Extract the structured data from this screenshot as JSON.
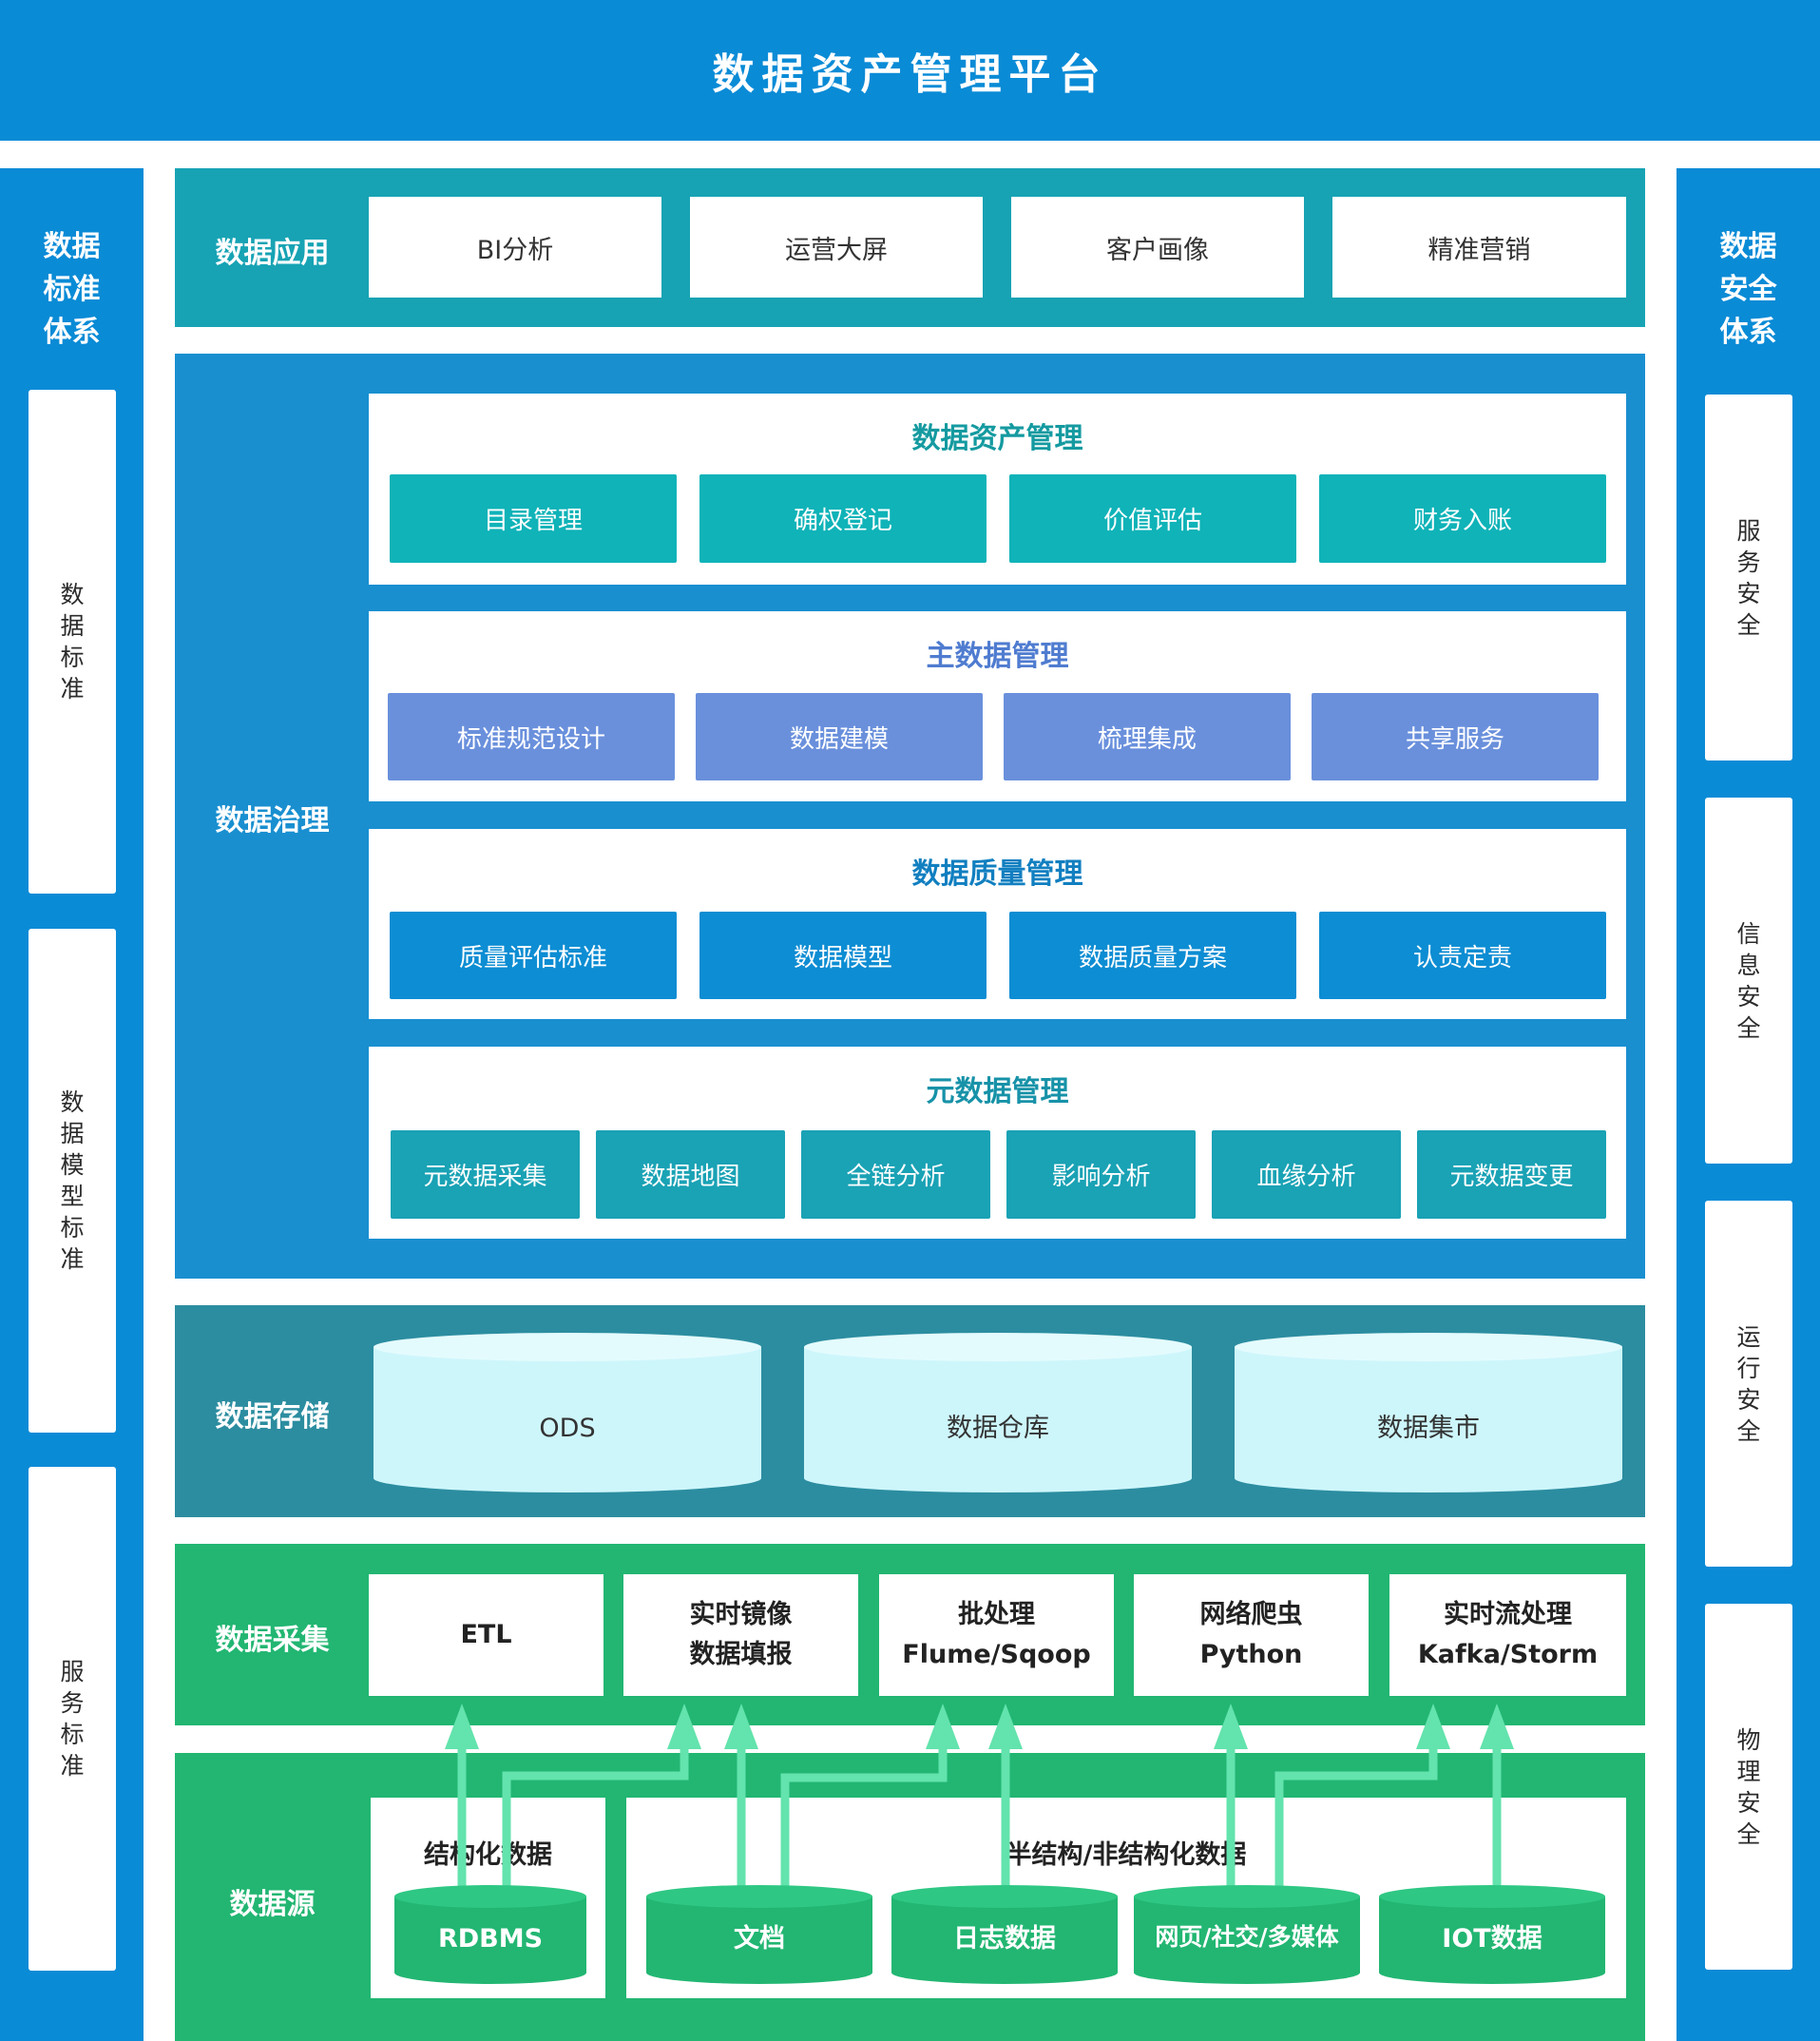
{
  "header": {
    "title": "数据资产管理平台"
  },
  "left_column": {
    "title": "数据标准体系",
    "items": [
      "数据标准",
      "数据模型标准",
      "服务标准"
    ]
  },
  "right_column": {
    "title": "数据安全体系",
    "items": [
      "服务安全",
      "信息安全",
      "运行安全",
      "物理安全"
    ]
  },
  "data_application": {
    "label": "数据应用",
    "items": [
      "BI分析",
      "运营大屏",
      "客户画像",
      "精准营销"
    ]
  },
  "data_governance": {
    "label": "数据治理",
    "asset_mgmt": {
      "title": "数据资产管理",
      "items": [
        "目录管理",
        "确权登记",
        "价值评估",
        "财务入账"
      ]
    },
    "master_data": {
      "title": "主数据管理",
      "items": [
        "标准规范设计",
        "数据建模",
        "梳理集成",
        "共享服务"
      ]
    },
    "quality_mgmt": {
      "title": "数据质量管理",
      "items": [
        "质量评估标准",
        "数据模型",
        "数据质量方案",
        "认责定责"
      ]
    },
    "metadata_mgmt": {
      "title": "元数据管理",
      "items": [
        "元数据采集",
        "数据地图",
        "全链分析",
        "影响分析",
        "血缘分析",
        "元数据变更"
      ]
    }
  },
  "data_storage": {
    "label": "数据存储",
    "items": [
      "ODS",
      "数据仓库",
      "数据集市"
    ]
  },
  "data_collection": {
    "label": "数据采集",
    "items": [
      {
        "line1": "ETL",
        "line2": ""
      },
      {
        "line1": "实时镜像",
        "line2": "数据填报"
      },
      {
        "line1": "批处理",
        "line2": "Flume/Sqoop"
      },
      {
        "line1": "网络爬虫",
        "line2": "Python"
      },
      {
        "line1": "实时流处理",
        "line2": "Kafka/Storm"
      }
    ]
  },
  "data_source": {
    "label": "数据源",
    "structured": {
      "title": "结构化数据",
      "items": [
        "RDBMS"
      ]
    },
    "unstructured": {
      "title": "半结构/非结构化数据",
      "items": [
        "文档",
        "日志数据",
        "网页/社交/多媒体",
        "IOT数据"
      ]
    }
  },
  "colors": {
    "header_blue": "#0a8bd6",
    "app_teal": "#17a3b4",
    "governance_blue": "#198fd0",
    "asset_teal": "#0fb3b8",
    "master_purple": "#6a90dc",
    "quality_blue": "#0d8dd3",
    "metadata_teal": "#1aa2b5",
    "storage_teal": "#2c8da0",
    "collect_green": "#22b672",
    "arrow_green": "#63e3ad"
  }
}
